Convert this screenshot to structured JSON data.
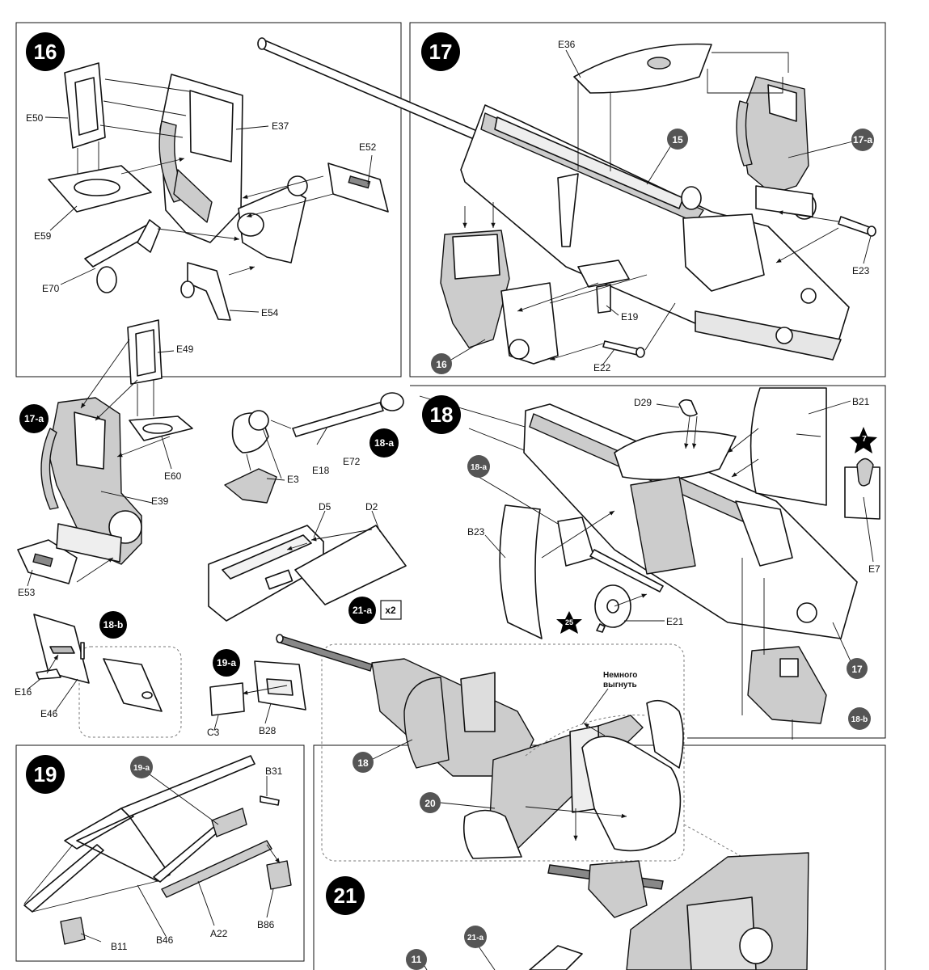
{
  "steps": {
    "s16": "16",
    "s17": "17",
    "s18": "18",
    "s19": "19",
    "s21": "21"
  },
  "refs": {
    "r17a": "17-a",
    "r15": "15",
    "r16": "16",
    "r17a_left": "17-a",
    "r18a": "18-a",
    "r18a_b": "18-a",
    "r18b": "18-b",
    "r18b_b": "18-b",
    "r17": "17",
    "r19a": "19-a",
    "r19a_b": "19-a",
    "r18": "18",
    "r20": "20",
    "r21a": "21-a",
    "r21a_b": "21-a",
    "r11": "11",
    "r7": "7",
    "r25": "25"
  },
  "multiplier": "x2",
  "note": {
    "line1": "Немного",
    "line2": "выгнуть"
  },
  "parts": {
    "E50": "E50",
    "E37": "E37",
    "E52": "E52",
    "E59": "E59",
    "E70": "E70",
    "E54": "E54",
    "E36": "E36",
    "E23": "E23",
    "E19": "E19",
    "E22": "E22",
    "E49": "E49",
    "E60": "E60",
    "E39": "E39",
    "E53": "E53",
    "E18": "E18",
    "E72": "E72",
    "E3": "E3",
    "D5": "D5",
    "D2": "D2",
    "D29": "D29",
    "B21": "B21",
    "E7": "E7",
    "B23": "B23",
    "E21": "E21",
    "E16": "E16",
    "E46": "E46",
    "C3": "C3",
    "B28": "B28",
    "B31": "B31",
    "B11": "B11",
    "B46": "B46",
    "A22": "A22",
    "B86": "B86"
  }
}
